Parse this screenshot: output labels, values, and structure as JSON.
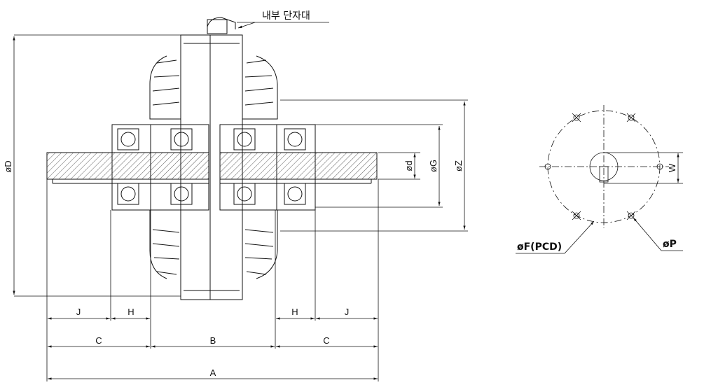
{
  "callouts": {
    "terminal_box": "내부 단자대",
    "pcd": "øF(PCD)",
    "hole": "øP"
  },
  "dimensions": {
    "D": "øD",
    "d": "ød",
    "G": "øG",
    "Z": "øZ",
    "W": "W",
    "J_left": "J",
    "H_left": "H",
    "H_right": "H",
    "J_right": "J",
    "C_left": "C",
    "B": "B",
    "C_right": "C",
    "A": "A"
  }
}
